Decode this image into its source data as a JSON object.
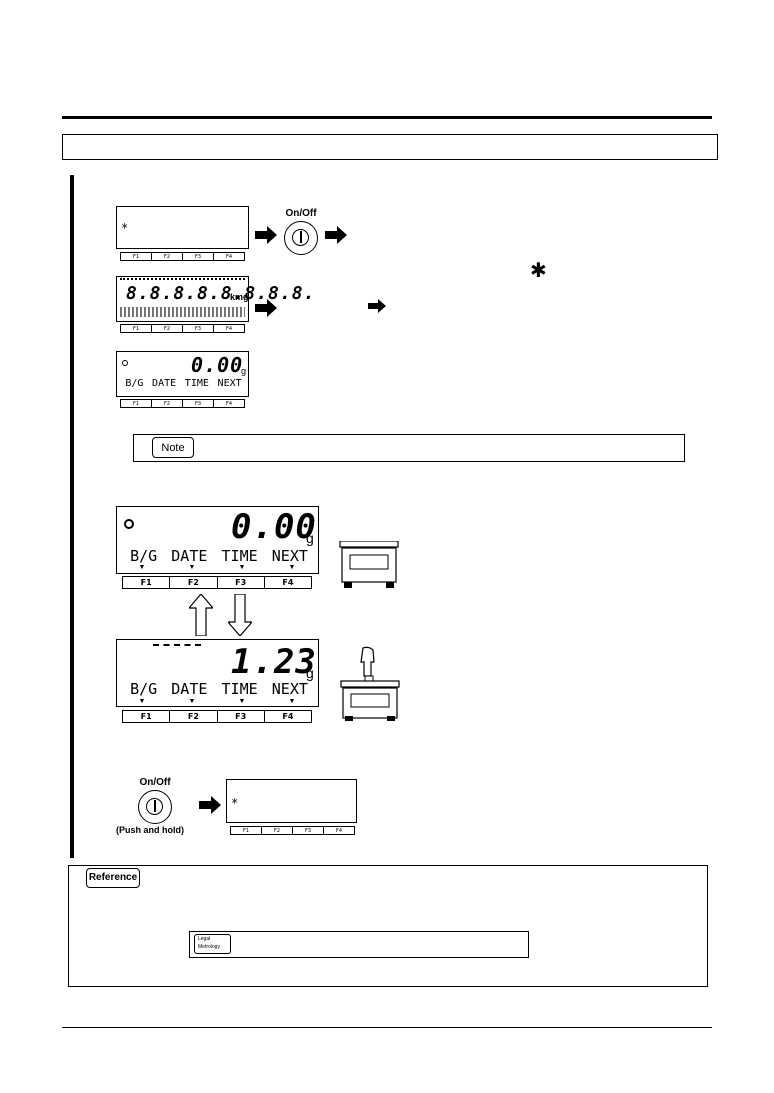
{
  "icons": {
    "right_arrow": "right-arrow-icon",
    "up_arrow": "up-arrow-icon",
    "down_arrow": "down-arrow-icon",
    "power": "power-icon"
  },
  "onoff_label": "On/Off",
  "push_and_hold": "(Push and hold)",
  "asterisk": "*",
  "big_asterisk": "✱",
  "fkeys": [
    "F1",
    "F2",
    "F3",
    "F4"
  ],
  "full_segment_display": {
    "digits": "8.8.8.8.8.8.8.8.",
    "units": "kmg"
  },
  "small_weighing_display": {
    "value": "0.00",
    "unit": "g",
    "softkeys": [
      "B/G",
      "DATE",
      "TIME",
      "NEXT"
    ]
  },
  "large_display_empty": {
    "value": "0.00",
    "unit": "g",
    "softkeys": [
      "B/G",
      "DATE",
      "TIME",
      "NEXT"
    ]
  },
  "large_display_loaded": {
    "value": "1.23",
    "unit": "g",
    "softkeys": [
      "B/G",
      "DATE",
      "TIME",
      "NEXT"
    ]
  },
  "note_label": "Note",
  "reference_label": "Reference",
  "legal_metrology_label": [
    "Legal",
    "Metrology"
  ]
}
